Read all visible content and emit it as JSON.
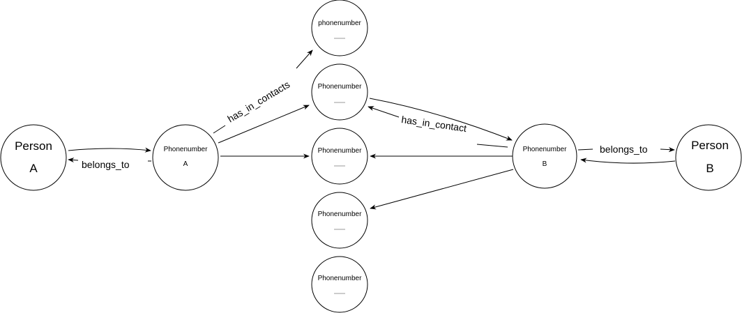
{
  "nodes": {
    "person_a": {
      "title": "Person",
      "sub": "A"
    },
    "phone_a": {
      "title": "Phonenumber",
      "sub": "A"
    },
    "phone_top": {
      "title": "phonenumber"
    },
    "phone_2": {
      "title": "Phonenumber"
    },
    "phone_3": {
      "title": "Phonenumber"
    },
    "phone_4": {
      "title": "Phonenumber"
    },
    "phone_5": {
      "title": "Phonenumber"
    },
    "phone_b": {
      "title": "Phonenumber",
      "sub": "B"
    },
    "person_b": {
      "title": "Person",
      "sub": "B"
    }
  },
  "edges": {
    "belongs_to_a": "belongs_to",
    "belongs_to_b": "belongs_to",
    "has_in_contacts": "has_in_contacts",
    "has_in_contact": "has_in_contact"
  }
}
